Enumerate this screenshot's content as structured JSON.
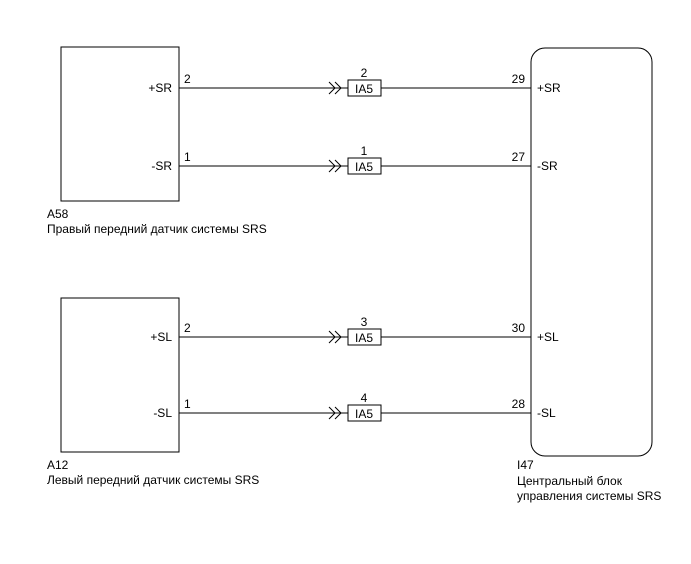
{
  "components": {
    "a58": {
      "code": "A58",
      "name": "Правый передний датчик системы SRS",
      "pins": [
        {
          "name": "+SR",
          "num": "2"
        },
        {
          "name": "-SR",
          "num": "1"
        }
      ]
    },
    "a12": {
      "code": "A12",
      "name": "Левый передний датчик системы SRS",
      "pins": [
        {
          "name": "+SL",
          "num": "2"
        },
        {
          "name": "-SL",
          "num": "1"
        }
      ]
    },
    "i47": {
      "code": "I47",
      "name_line1": "Центральный блок",
      "name_line2": "управления системы SRS",
      "pins": [
        {
          "name": "+SR",
          "num": "29"
        },
        {
          "name": "-SR",
          "num": "27"
        },
        {
          "name": "+SL",
          "num": "30"
        },
        {
          "name": "-SL",
          "num": "28"
        }
      ]
    }
  },
  "connectors": [
    {
      "code": "IA5",
      "pin": "2"
    },
    {
      "code": "IA5",
      "pin": "1"
    },
    {
      "code": "IA5",
      "pin": "3"
    },
    {
      "code": "IA5",
      "pin": "4"
    }
  ]
}
